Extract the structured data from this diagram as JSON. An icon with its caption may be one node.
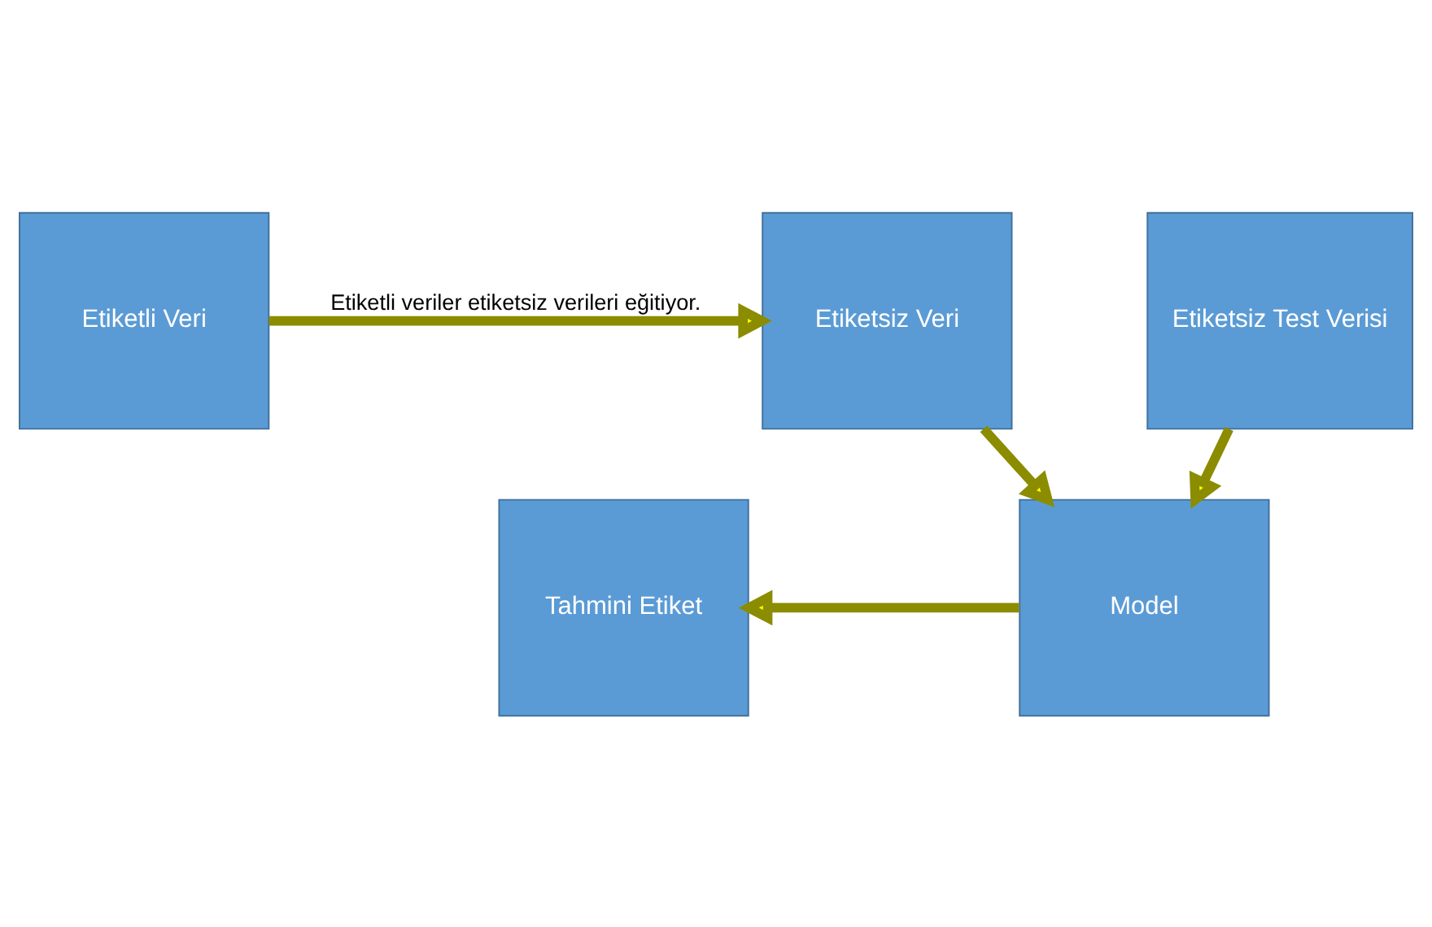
{
  "diagram": {
    "nodes": [
      {
        "text": [
          "Etiketli Veri"
        ]
      },
      {
        "text": [
          "Etiketsiz Veri"
        ]
      },
      {
        "text": [
          "Etiketsiz Test Verisi"
        ]
      },
      {
        "text": [
          "Model"
        ]
      },
      {
        "text": [
          "Tahmini Etiket"
        ]
      }
    ],
    "edges": [
      {
        "from": 0,
        "to": 1,
        "arrow": "to",
        "label": "Etiketli veriler etiketsiz verileri eğitiyor."
      },
      {
        "from": 1,
        "to": 3,
        "arrow": "to"
      },
      {
        "from": 2,
        "to": 3,
        "arrow": "to"
      },
      {
        "from": 3,
        "to": 4,
        "arrow": "to"
      }
    ]
  }
}
